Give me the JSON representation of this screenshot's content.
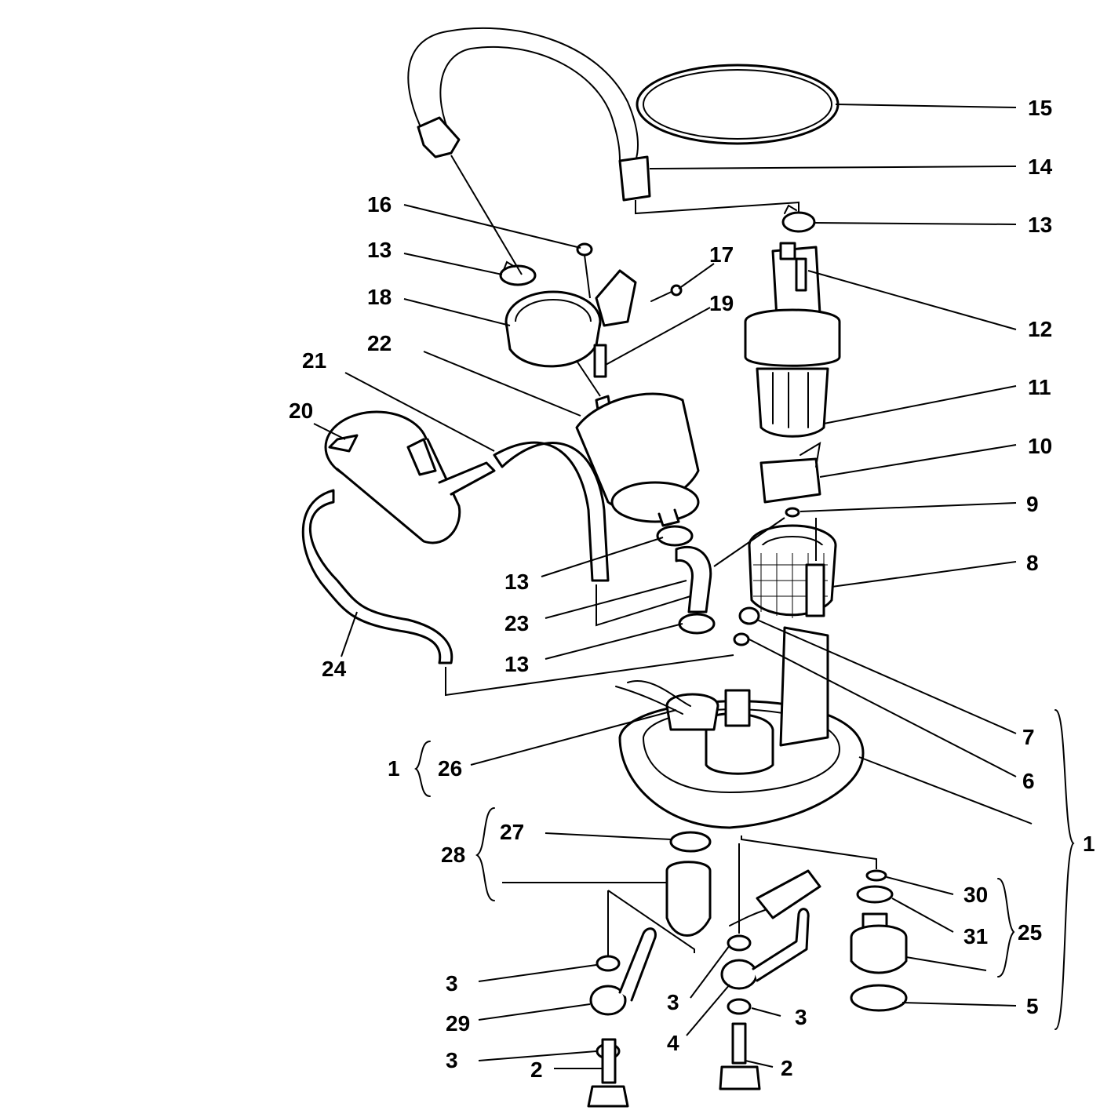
{
  "callouts": [
    {
      "id": "c15",
      "text": "15"
    },
    {
      "id": "c14",
      "text": "14"
    },
    {
      "id": "c13a",
      "text": "13"
    },
    {
      "id": "c16",
      "text": "16"
    },
    {
      "id": "c13b",
      "text": "13"
    },
    {
      "id": "c17",
      "text": "17"
    },
    {
      "id": "c18",
      "text": "18"
    },
    {
      "id": "c19",
      "text": "19"
    },
    {
      "id": "c12",
      "text": "12"
    },
    {
      "id": "c22",
      "text": "22"
    },
    {
      "id": "c21",
      "text": "21"
    },
    {
      "id": "c11",
      "text": "11"
    },
    {
      "id": "c20",
      "text": "20"
    },
    {
      "id": "c10",
      "text": "10"
    },
    {
      "id": "c9",
      "text": "9"
    },
    {
      "id": "c8",
      "text": "8"
    },
    {
      "id": "c13c",
      "text": "13"
    },
    {
      "id": "c23",
      "text": "23"
    },
    {
      "id": "c13d",
      "text": "13"
    },
    {
      "id": "c24",
      "text": "24"
    },
    {
      "id": "c7",
      "text": "7"
    },
    {
      "id": "c6",
      "text": "6"
    },
    {
      "id": "c1a",
      "text": "1"
    },
    {
      "id": "c26",
      "text": "26"
    },
    {
      "id": "c1b",
      "text": "1"
    },
    {
      "id": "c27",
      "text": "27"
    },
    {
      "id": "c28",
      "text": "28"
    },
    {
      "id": "c30",
      "text": "30"
    },
    {
      "id": "c31",
      "text": "31"
    },
    {
      "id": "c25",
      "text": "25"
    },
    {
      "id": "c3a",
      "text": "3"
    },
    {
      "id": "c3b",
      "text": "3"
    },
    {
      "id": "c29",
      "text": "29"
    },
    {
      "id": "c4",
      "text": "4"
    },
    {
      "id": "c3c",
      "text": "3"
    },
    {
      "id": "c5",
      "text": "5"
    },
    {
      "id": "c3d",
      "text": "3"
    },
    {
      "id": "c2a",
      "text": "2"
    },
    {
      "id": "c2b",
      "text": "2"
    }
  ]
}
